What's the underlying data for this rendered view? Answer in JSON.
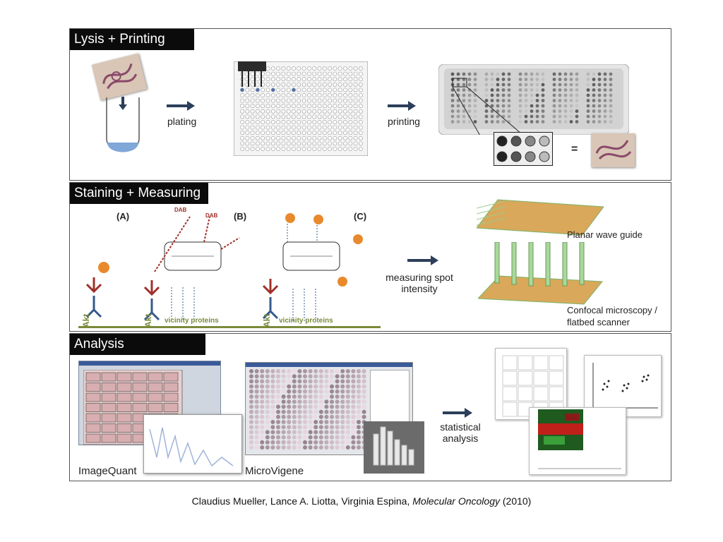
{
  "panels": {
    "lysis": {
      "title": "Lysis + Printing",
      "plating": "plating",
      "printing": "printing",
      "equals": "="
    },
    "staining": {
      "title": "Staining + Measuring",
      "label_a": "(A)",
      "label_b": "(B)",
      "label_c": "(C)",
      "akt": "Akt",
      "vicinity": "vicinity proteins",
      "dab": "DAB",
      "measuring_line1": "measuring spot",
      "measuring_line2": "intensity",
      "planar": "Planar wave guide",
      "confocal_line1": "Confocal microscopy /",
      "confocal_line2": "flatbed scanner"
    },
    "analysis": {
      "title": "Analysis",
      "imagequant": "ImageQuant",
      "microvigene": "MicroVigene",
      "stat_line1": "statistical",
      "stat_line2": "analysis"
    }
  },
  "caption": {
    "authors": "Claudius Mueller, Lance A. Liotta, Virginia Espina, ",
    "journal": "Molecular Oncology",
    "year": " (2010)"
  }
}
